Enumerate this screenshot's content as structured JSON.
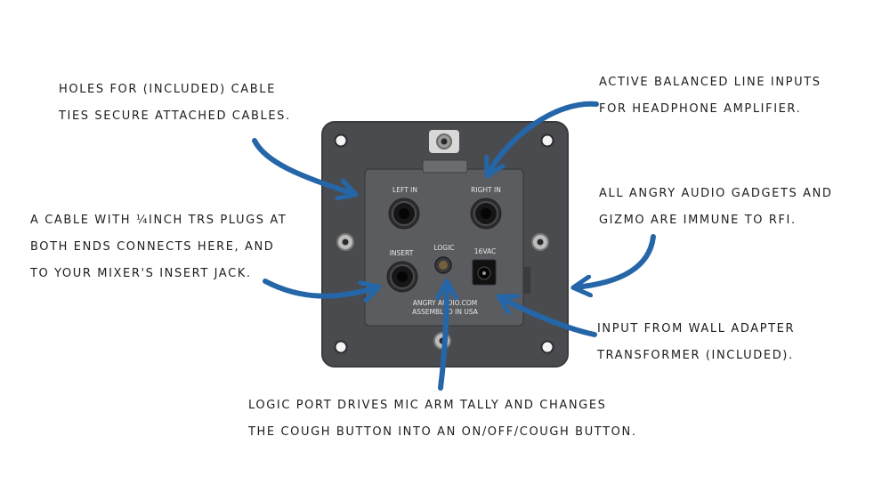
{
  "device": {
    "labels": {
      "left_in": "LEFT IN",
      "right_in": "RIGHT IN",
      "insert": "INSERT",
      "logic": "LOGIC",
      "power": "16VAC",
      "brand_line1": "ANGRY AUDIO.COM",
      "brand_line2": "ASSEMBLED IN USA"
    }
  },
  "annotations": {
    "cable_ties": [
      "Holes for (included) cable",
      "ties secure attached cables."
    ],
    "line_inputs": [
      "Active balanced line inputs",
      "for headphone amplifier."
    ],
    "rfi": [
      "All Angry Audio gadgets and",
      "gizmo are immune to RFI."
    ],
    "insert_cable": [
      "A cable with ¼inch TRS plugs at",
      "both ends connects here, and",
      "to your mixer's insert jack."
    ],
    "wall_adapter": [
      "Input from wall adapter",
      "transformer (included)."
    ],
    "logic_port": [
      "Logic port drives mic arm tally and changes",
      "the cough button into an on/off/cough button."
    ]
  },
  "colors": {
    "arrow": "#2466a8",
    "plate": "#4a4b4e",
    "plate_edge": "#3a3b3e",
    "box": "#5a5c60",
    "text": "#1e1e1e",
    "label": "#e8e8e8"
  }
}
